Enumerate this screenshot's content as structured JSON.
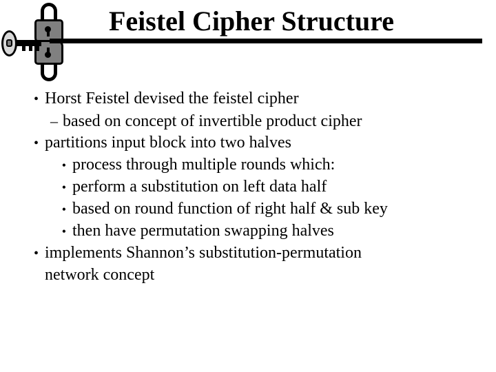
{
  "slide": {
    "title": "Feistel Cipher Structure",
    "background_color": "#ffffff",
    "text_color": "#000000",
    "rule_color": "#000000",
    "decoration": {
      "name": "padlock-and-key",
      "padlock_body_color": "#808080",
      "padlock_outline_color": "#000000",
      "key_color": "#d9d9d9",
      "icons": [
        "padlock-icon",
        "padlock-icon",
        "key-icon"
      ]
    },
    "bullets": [
      {
        "level": 1,
        "marker": "•",
        "text": "Horst Feistel devised the feistel cipher"
      },
      {
        "level": 2,
        "marker": "–",
        "text": "based on concept of invertible product cipher"
      },
      {
        "level": 1,
        "marker": "•",
        "text": "partitions input block into two halves"
      },
      {
        "level": 3,
        "marker": "•",
        "text": "process through multiple rounds which:"
      },
      {
        "level": 3,
        "marker": "•",
        "text": "perform a substitution on left data half"
      },
      {
        "level": 3,
        "marker": "•",
        "text": "based on round function of right half & sub key"
      },
      {
        "level": 3,
        "marker": "•",
        "text": "then have permutation swapping halves"
      },
      {
        "level": 1,
        "marker": "•",
        "text": "implements Shannon’s substitution-permutation"
      },
      {
        "level": 0,
        "marker": "",
        "text": "network concept"
      }
    ]
  }
}
